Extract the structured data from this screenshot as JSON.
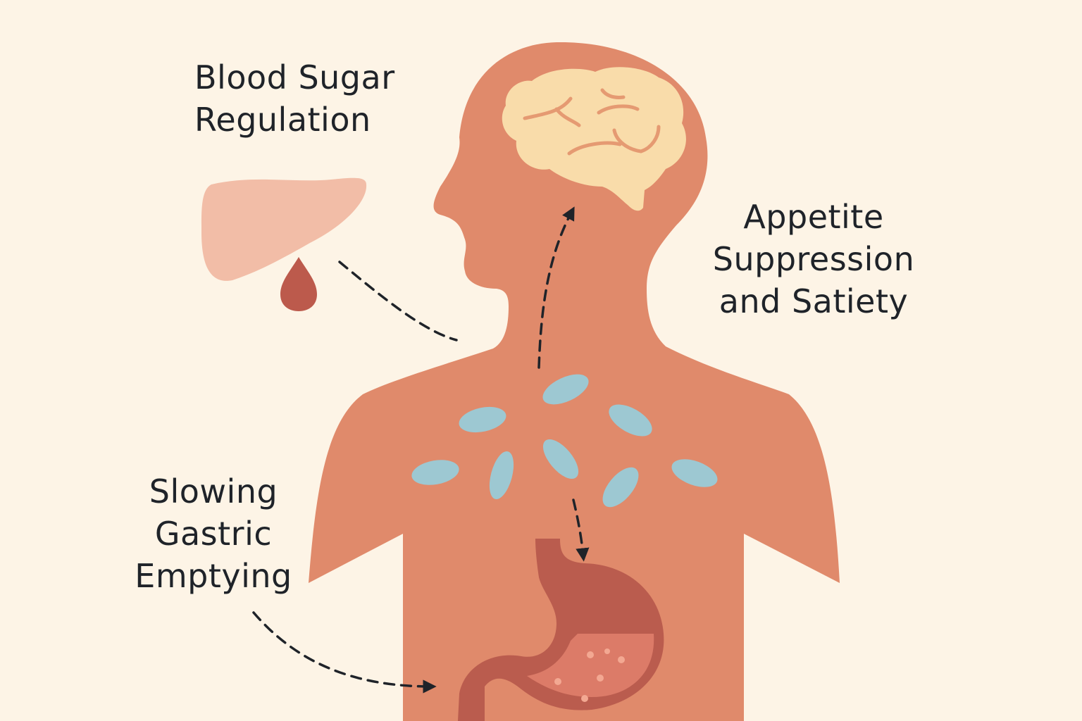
{
  "labels": {
    "blood_sugar": [
      "Blood Sugar",
      "Regulation"
    ],
    "appetite": [
      "Appetite",
      "Suppression",
      "and Satiety"
    ],
    "gastric": [
      "Slowing",
      "Gastric",
      "Emptying"
    ]
  },
  "colors": {
    "background": "#fdf4e6",
    "body": "#e08a6b",
    "brain": "#f9dcaa",
    "brain_folds": "#e59a72",
    "liver": "#f2bda7",
    "blood_drop": "#bc5a4c",
    "stomach": "#ba5c4e",
    "stomach_contents": "#dc7b68",
    "particles": "#9dc8d2",
    "arrows": "#1f2329",
    "text": "#1f2329"
  },
  "icons": [
    "human-silhouette",
    "brain-icon",
    "liver-icon",
    "blood-drop-icon",
    "stomach-icon",
    "particle-icon",
    "dashed-arrow"
  ]
}
